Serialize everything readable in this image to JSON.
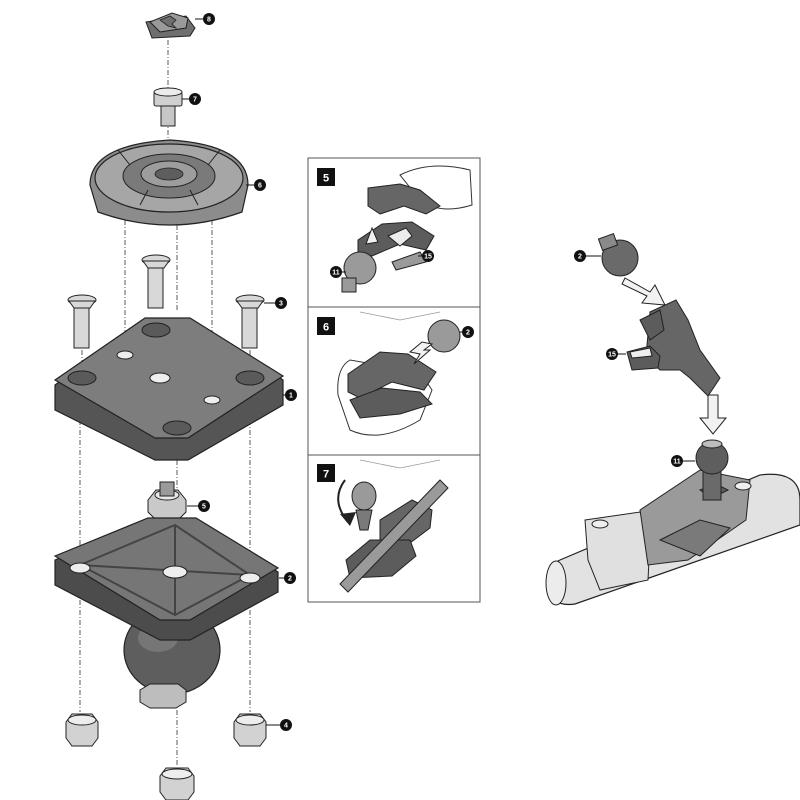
{
  "callouts": {
    "c1": "1",
    "c2": "2",
    "c3": "3",
    "c4": "4",
    "c5": "5",
    "c6": "6",
    "c7": "7",
    "c8": "8",
    "p5_11": "11",
    "p5_15": "15",
    "p6_2": "2",
    "r_2": "2",
    "r_15": "15",
    "r_11": "11"
  },
  "steps": {
    "s5": "5",
    "s6": "6",
    "s7": "7"
  },
  "colors": {
    "part_dark": "#6f6f6f",
    "part_mid": "#9a9a9a",
    "part_light": "#c8c8c8",
    "bar_fill": "#e2e2e2",
    "outline": "#222222",
    "callout": "#111111",
    "panel_border": "#555555",
    "arrow_fill": "#f2f2f2"
  }
}
